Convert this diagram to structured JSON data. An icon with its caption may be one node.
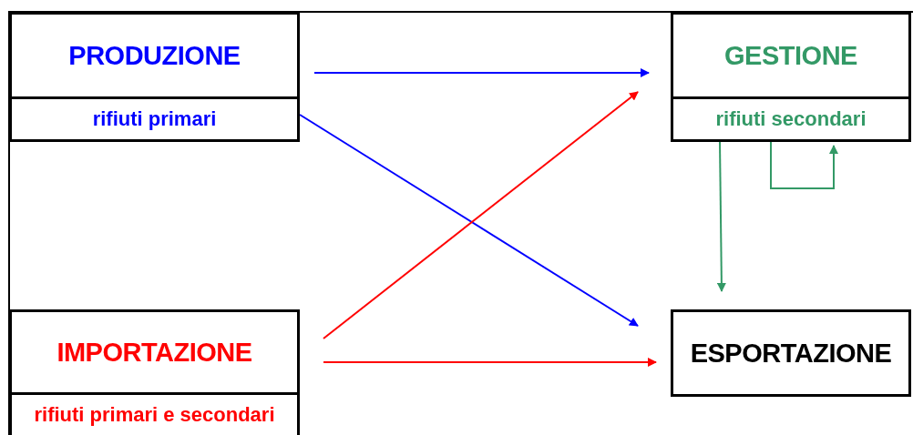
{
  "diagram": {
    "nodes": [
      {
        "text": [
          "PRODUZIONE",
          "rifiuti primari"
        ]
      },
      {
        "text": [
          "GESTIONE",
          "rifiuti secondari"
        ]
      },
      {
        "text": [
          "IMPORTAZIONE",
          "rifiuti primari e secondari"
        ]
      },
      {
        "text": [
          "ESPORTAZIONE"
        ]
      }
    ],
    "edges": [
      {
        "from": 0,
        "to": 1,
        "arrow": "to",
        "color": "#0000ff"
      },
      {
        "from": 0,
        "to": 3,
        "arrow": "to",
        "color": "#0000ff"
      },
      {
        "from": 2,
        "to": 1,
        "arrow": "to",
        "color": "#ff0000"
      },
      {
        "from": 2,
        "to": 3,
        "arrow": "to",
        "color": "#ff0000"
      },
      {
        "from": 1,
        "to": 3,
        "arrow": "to",
        "color": "#339966"
      },
      {
        "from": 1,
        "to": 1,
        "arrow": "to",
        "color": "#339966"
      }
    ]
  }
}
